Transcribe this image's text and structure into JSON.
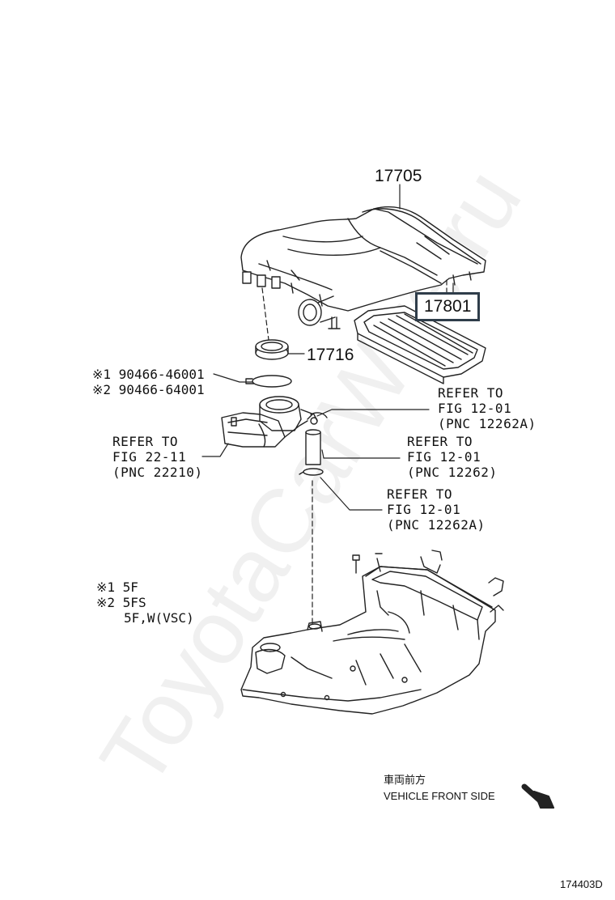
{
  "watermark": "ToyotaCarWire.ru",
  "parts": {
    "cap": "17705",
    "element": "17801",
    "gasket": "17716"
  },
  "clamps": {
    "line1": "※1 90466-46001",
    "line2": "※2 90466-64001"
  },
  "refs": {
    "ref_a": [
      "REFER TO",
      "FIG 12-01",
      "(PNC 12262A)"
    ],
    "ref_b": [
      "REFER TO",
      "FIG 22-11",
      "(PNC 22210)"
    ],
    "ref_c": [
      "REFER TO",
      "FIG 12-01",
      "(PNC 12262)"
    ],
    "ref_d": [
      "REFER TO",
      "FIG 12-01",
      "(PNC 12262A)"
    ]
  },
  "notes": {
    "line1": "※1 5F",
    "line2": "※2 5FS",
    "line3": "5F,W(VSC)"
  },
  "direction": {
    "jp": "車両前方",
    "en": "VEHICLE FRONT SIDE"
  },
  "figure_id": "174403D"
}
